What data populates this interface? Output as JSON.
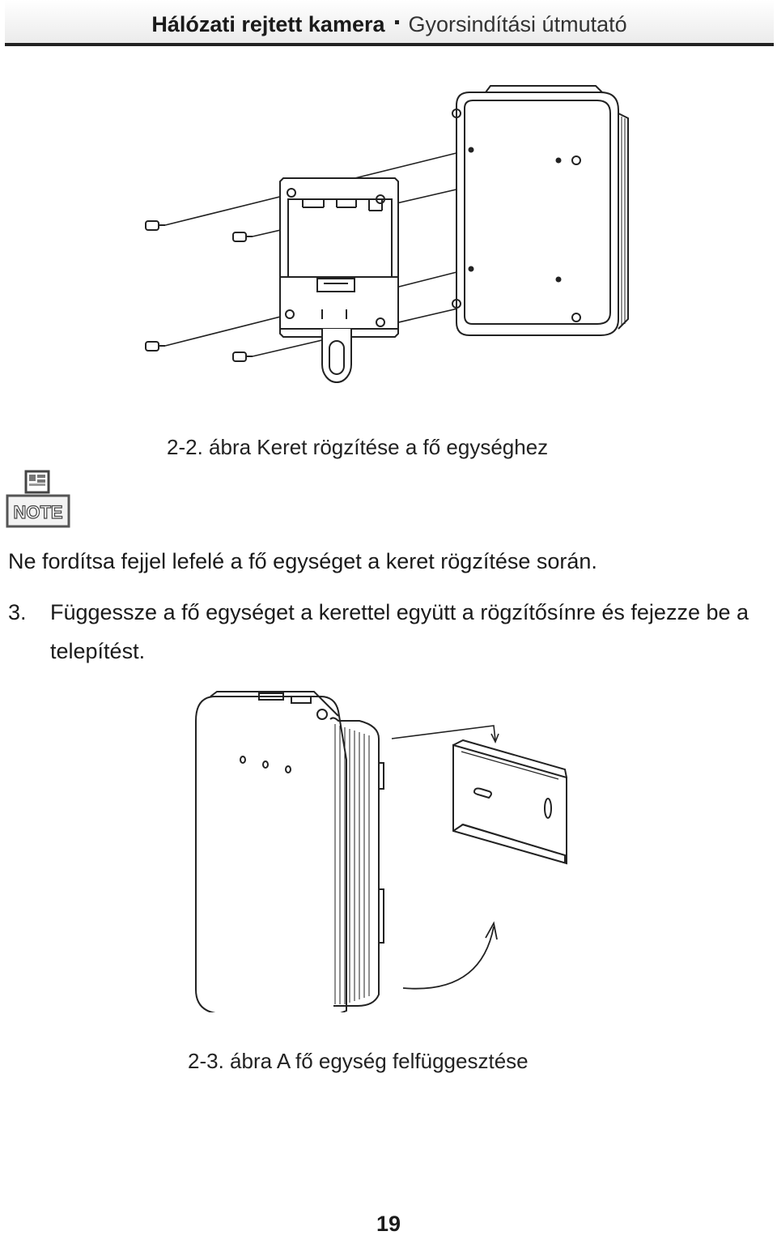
{
  "header": {
    "title": "Hálózati rejtett kamera",
    "subtitle": "Gyorsindítási útmutató"
  },
  "figure1": {
    "caption": "2-2. ábra  Keret rögzítése a fő egységhez"
  },
  "note": {
    "icon": "note-icon",
    "label": "NOTE",
    "text": "Ne fordítsa fejjel lefelé a fő egységet a keret rögzítése során."
  },
  "step": {
    "number": "3.",
    "text": "Függessze a fő egységet a kerettel együtt a rögzítősínre és fejezze be a telepítést."
  },
  "figure2": {
    "caption": "2-3. ábra  A fő egység felfüggesztése"
  },
  "page_number": "19"
}
